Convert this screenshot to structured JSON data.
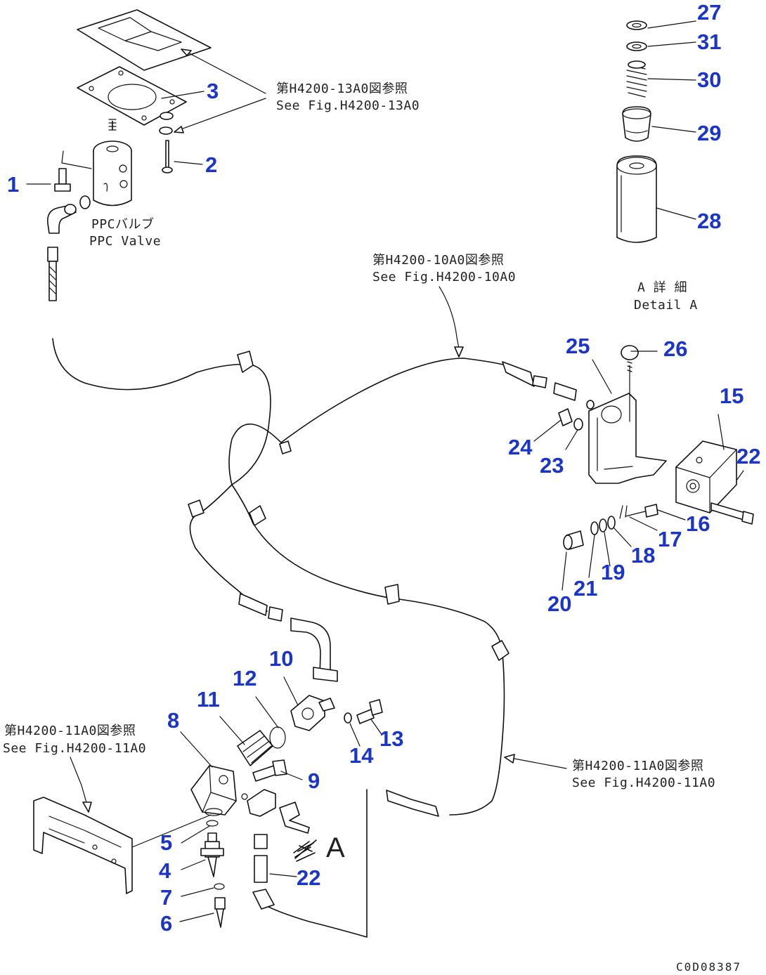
{
  "parts": [
    {
      "no": "1"
    },
    {
      "no": "2"
    },
    {
      "no": "3"
    },
    {
      "no": "4"
    },
    {
      "no": "5"
    },
    {
      "no": "6"
    },
    {
      "no": "7"
    },
    {
      "no": "8"
    },
    {
      "no": "9"
    },
    {
      "no": "10"
    },
    {
      "no": "11"
    },
    {
      "no": "12"
    },
    {
      "no": "13"
    },
    {
      "no": "14"
    },
    {
      "no": "15"
    },
    {
      "no": "16"
    },
    {
      "no": "17"
    },
    {
      "no": "18"
    },
    {
      "no": "19"
    },
    {
      "no": "20"
    },
    {
      "no": "21"
    },
    {
      "no": "22"
    },
    {
      "no": "22"
    },
    {
      "no": "23"
    },
    {
      "no": "24"
    },
    {
      "no": "25"
    },
    {
      "no": "26"
    },
    {
      "no": "27"
    },
    {
      "no": "28"
    },
    {
      "no": "29"
    },
    {
      "no": "30"
    },
    {
      "no": "31"
    }
  ],
  "refs": {
    "h4200_13a0": {
      "jp": "第H4200-13A0図参照",
      "en": "See Fig.H4200-13A0"
    },
    "h4200_10a0": {
      "jp": "第H4200-10A0図参照",
      "en": "See Fig.H4200-10A0"
    },
    "h4200_11a0_left": {
      "jp": "第H4200-11A0図参照",
      "en": "See Fig.H4200-11A0"
    },
    "h4200_11a0_right": {
      "jp": "第H4200-11A0図参照",
      "en": "See Fig.H4200-11A0"
    }
  },
  "ppc_valve": {
    "jp": "PPCバルブ",
    "en": "PPC Valve"
  },
  "detail_a": {
    "jp": "A 詳 細",
    "en": "Detail A"
  },
  "view_marker": "A",
  "drawing_code": "C0D08387"
}
